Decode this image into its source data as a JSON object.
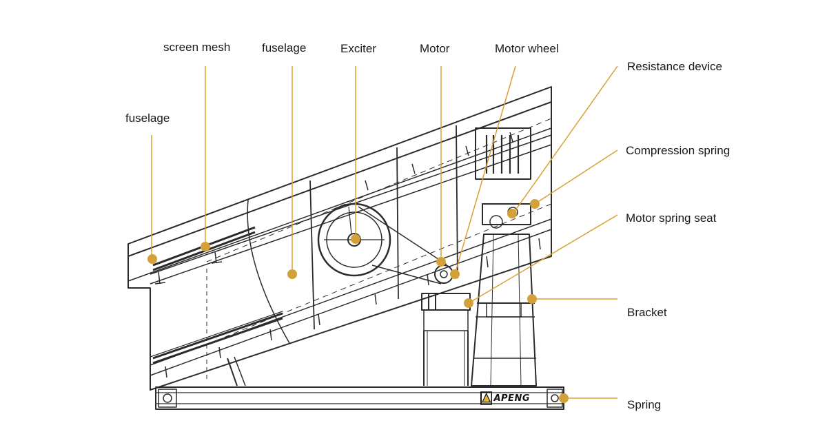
{
  "labels": {
    "fuselage_left": "fuselage",
    "screen_mesh": "screen mesh",
    "fuselage_top": "fuselage",
    "exciter": "Exciter",
    "motor": "Motor",
    "motor_wheel": "Motor wheel",
    "resistance_device": "Resistance device",
    "compression_spring": "Compression spring",
    "motor_spring_seat": "Motor spring seat",
    "bracket": "Bracket",
    "spring": "Spring"
  },
  "brand": {
    "logo_text": "APENG"
  },
  "colors": {
    "leader": "#d9a033",
    "marker": "#d4a03a",
    "line": "#2b2b2b",
    "text": "#1a1a1a"
  }
}
